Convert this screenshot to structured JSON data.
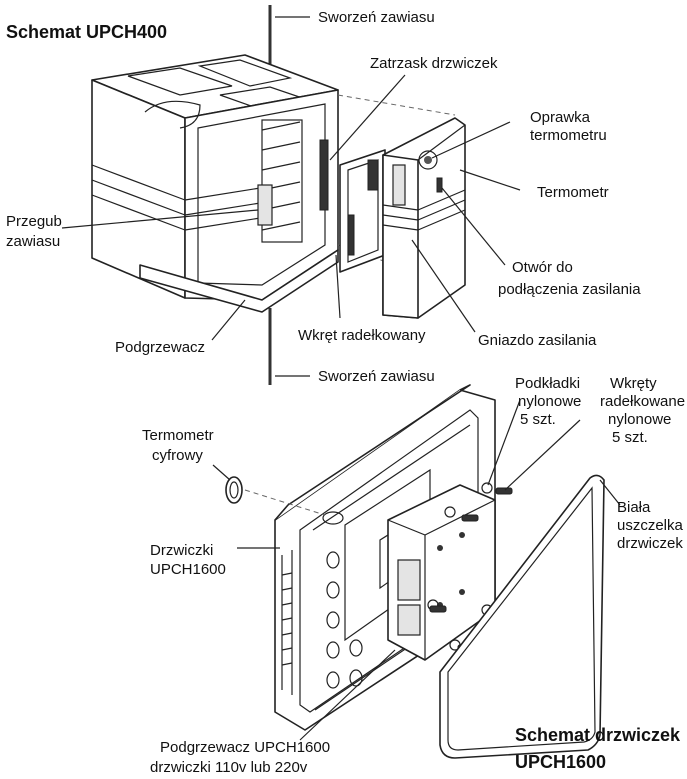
{
  "title_top": "Schemat UPCH400",
  "title_bottom": [
    "Schemat drzwiczek",
    "UPCH1600"
  ],
  "labels": {
    "hinge_pin_top": "Sworzeń zawiasu",
    "door_latch": "Zatrzask drzwiczek",
    "thermometer_mount": [
      "Oprawka",
      "termometru"
    ],
    "thermometer": "Termometr",
    "hinge_joint": [
      "Przegub",
      "zawiasu"
    ],
    "power_hole": [
      "Otwór do",
      "podłączenia zasilania"
    ],
    "heater": "Podgrzewacz",
    "thumb_screw": "Wkręt radełkowany",
    "power_socket": "Gniazdo zasilania",
    "hinge_pin_bottom": "Sworzeń zawiasu",
    "nylon_washers": [
      "Podkładki",
      "nylonowe",
      "5 szt."
    ],
    "nylon_thumb_screws": [
      "Wkręty",
      "radełkowane",
      "nylonowe",
      "5 szt."
    ],
    "digital_thermometer": [
      "Termometr",
      "cyfrowy"
    ],
    "door_upch1600": [
      "Drzwiczki",
      "UPCH1600"
    ],
    "white_gasket": [
      "Biała",
      "uszczelka",
      "drzwiczek"
    ],
    "door_heater": [
      "Podgrzewacz UPCH1600",
      "drzwiczki 110v lub 220v"
    ]
  }
}
